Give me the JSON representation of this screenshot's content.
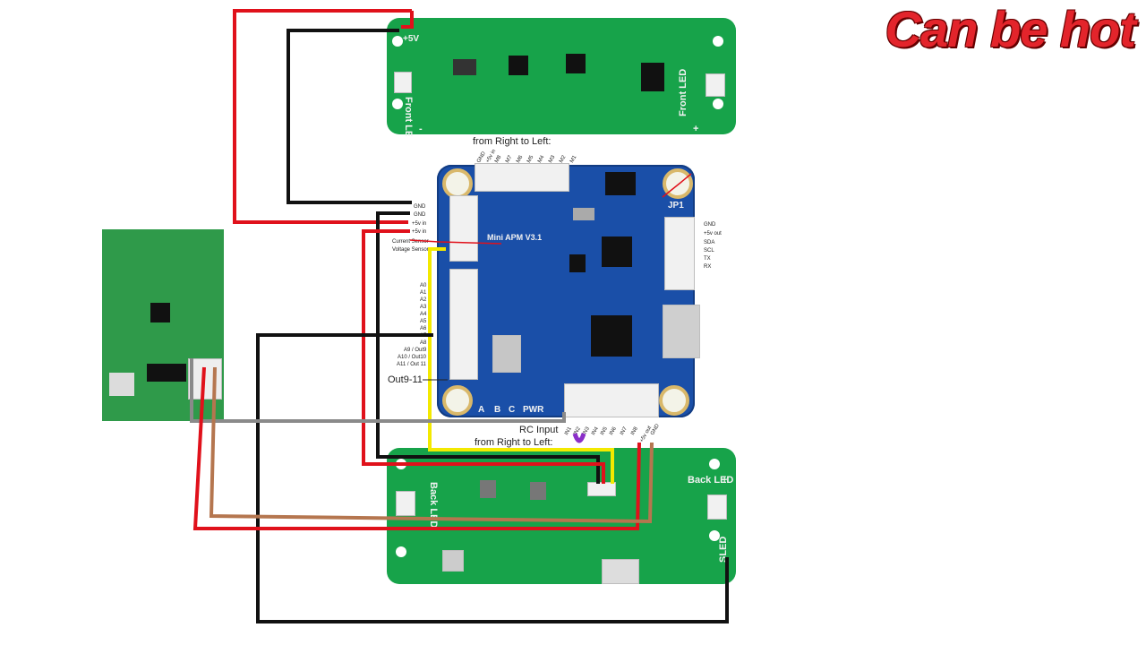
{
  "warning": {
    "text": "Can be hot",
    "color": "#e3242b"
  },
  "colors": {
    "pcb": "#17a34a",
    "apm_board": "#1a4fa8",
    "wire_red": "#e0111b",
    "wire_black": "#111111",
    "wire_yellow": "#f3e900",
    "wire_gray": "#8a8a8a",
    "wire_brown": "#b5764f",
    "jumper_purple": "#8b2fc9"
  },
  "top_board": {
    "plus5v_label": "+5V",
    "front_led_left": "Front LED",
    "front_led_right": "Front LED",
    "minus": "-",
    "plus": "+"
  },
  "apm": {
    "board_name": "Mini APM V3.1",
    "jp1": "JP1",
    "header_top": "from Right to Left:",
    "top_pins": [
      "GND",
      "+5v in",
      "M8",
      "M7",
      "M6",
      "M5",
      "M4",
      "M3",
      "M2",
      "M1"
    ],
    "left_power_pins": [
      "GND",
      "GND",
      "+5v in",
      "+5v in",
      "Current Sensor",
      "Voltage Sensor"
    ],
    "left_analog_pins": [
      "A0",
      "A1",
      "A2",
      "A3",
      "A4",
      "A5",
      "A6",
      "A7",
      "A8",
      "A9 / Out9",
      "A10 / Out10",
      "A11 / Out 11"
    ],
    "out_label": "Out9-11",
    "right_pins": [
      "GND",
      "+5v out",
      "SDA",
      "SCL",
      "TX",
      "RX"
    ],
    "bottom_silk": [
      "A",
      "B",
      "C",
      "PWR"
    ],
    "rc_input": "RC Input",
    "header_bottom": "from Right to Left:",
    "bottom_pins": [
      "IN1",
      "IN2",
      "IN3",
      "IN4",
      "IN5",
      "IN6",
      "IN7",
      "IN8",
      "+5v out",
      "GND"
    ]
  },
  "bottom_board": {
    "back_led_left": "Back LED",
    "back_led_right": "Back LED",
    "sled": "SLED",
    "minus": "-",
    "plus": "+"
  }
}
